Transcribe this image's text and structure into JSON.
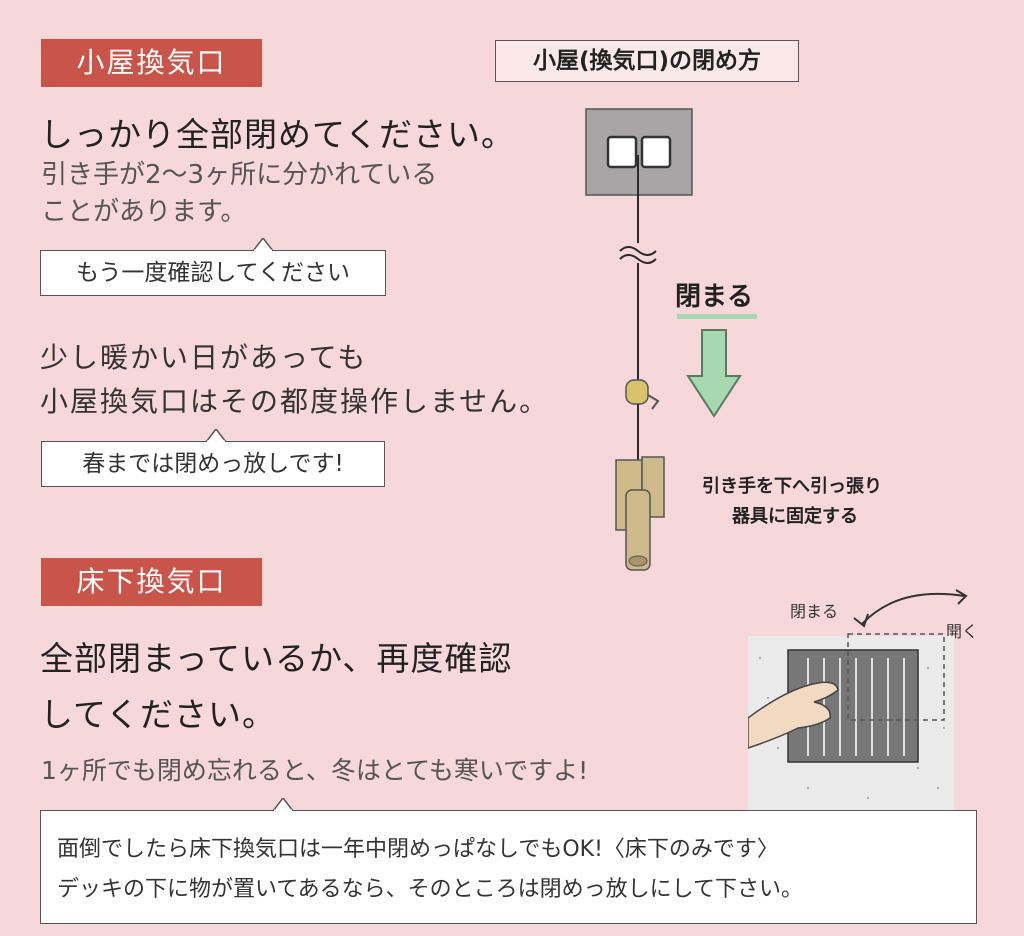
{
  "attic": {
    "tag": "小屋換気口",
    "heading": "しっかり全部閉めてください。",
    "note_line1": "引き手が2～3ヶ所に分かれている",
    "note_line2": "ことがあります。",
    "bubble1": "もう一度確認してください",
    "warm_line1": "少し暖かい日があっても",
    "warm_line2": "小屋換気口はその都度操作しません。",
    "bubble2": "春までは閉めっ放しです!"
  },
  "diagram": {
    "title": "小屋(換気口)の閉め方",
    "close_label": "閉まる",
    "pull_line1": "引き手を下へ引っ張り",
    "pull_line2": "器具に固定する",
    "vent_close": "閉まる",
    "vent_open": "開く"
  },
  "floor": {
    "tag": "床下換気口",
    "heading_line1": "全部閉まっているか、再度確認",
    "heading_line2": "してください。",
    "note": "1ヶ所でも閉め忘れると、冬はとても寒いですよ!",
    "box_line1": "面倒でしたら床下換気口は一年中閉めっぱなしでもOK!〈床下のみです〉",
    "box_line2": "デッキの下に物が置いてあるなら、そのところは閉めっ放しにして下さい。"
  },
  "colors": {
    "background": "#f6d8da",
    "tag": "#c9554a",
    "arrow_green": "#a8d8b0"
  }
}
